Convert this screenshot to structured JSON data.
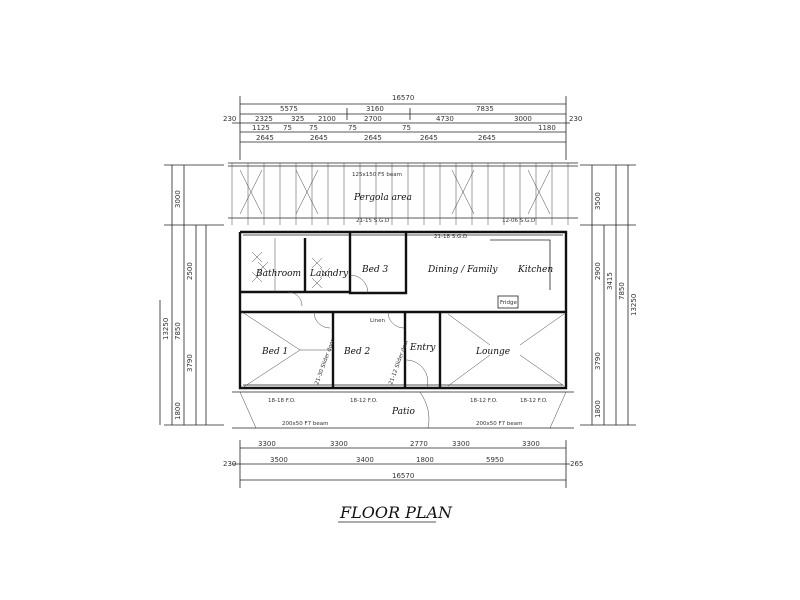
{
  "title": "FLOOR PLAN",
  "rooms": {
    "pergola": "Pergola area",
    "bathroom": "Bathroom",
    "laundry": "Laundry",
    "bed3": "Bed 3",
    "dining": "Dining / Family",
    "kitchen": "Kitchen",
    "bed1": "Bed 1",
    "bed2": "Bed 2",
    "entry": "Entry",
    "lounge": "Lounge",
    "patio": "Patio",
    "linen": "Linen",
    "fridge": "Fridge"
  },
  "notes": {
    "pergola_beam": "125x150 F5 beam",
    "sgd_left": "21-15 S.G.D",
    "sgd_right": "21-18 S.G.D",
    "sgd_far": "12-06 S.G.D",
    "beam_left": "200x50 F7 beam",
    "beam_right": "200x50 F7 beam",
    "win_bed1": "18-18 F.O.",
    "win_bed2": "18-12 F.O.",
    "win_lounge": "18-12 F.O.",
    "win_lounge2": "18-12 F.O.",
    "robe1": "21-30 Slider door",
    "robe2": "21-12 Slider door"
  },
  "dims_top": {
    "overall": "16570",
    "row1": [
      "5575",
      "3160",
      "7835"
    ],
    "row2": [
      "230",
      "2325",
      "325",
      "2100",
      "2700",
      "4730",
      "3000",
      "230"
    ],
    "row3": [
      "1125",
      "75",
      "75",
      "75",
      "75",
      "1180"
    ],
    "row4": [
      "2645",
      "2645",
      "2645",
      "2645",
      "2645"
    ]
  },
  "dims_bottom": {
    "overall": "16570",
    "row1": [
      "3300",
      "3300",
      "2770",
      "3300",
      "3300"
    ],
    "row2": [
      "230",
      "3500",
      "3400",
      "1800",
      "5950",
      "265"
    ]
  },
  "dims_left": [
    "3000",
    "2500",
    "3790",
    "7850",
    "13250",
    "1800"
  ],
  "dims_right": [
    "3500",
    "2900",
    "3415",
    "7850",
    "3790",
    "13250",
    "1800"
  ]
}
